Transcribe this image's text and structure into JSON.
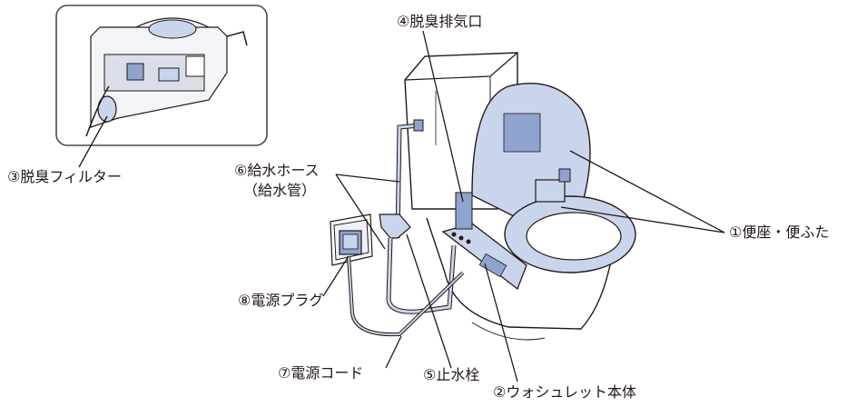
{
  "labels": {
    "seat_lid": "①便座・便ふた",
    "washlet_body": "②ウォシュレット本体",
    "deodorizer_filter": "③脱臭フィルター",
    "deodorizer_outlet": "④脱臭排気口",
    "stop_valve": "⑤止水栓",
    "supply_hose": "⑥給水ホース",
    "supply_pipe": "（給水管）",
    "power_cord": "⑦電源コード",
    "power_plug": "⑧電源プラグ"
  },
  "colors": {
    "fixture_blue": "#c9d5ec",
    "fixture_dark": "#8fa3cf",
    "outline": "#231815",
    "inset_border": "#4a4a4a"
  }
}
